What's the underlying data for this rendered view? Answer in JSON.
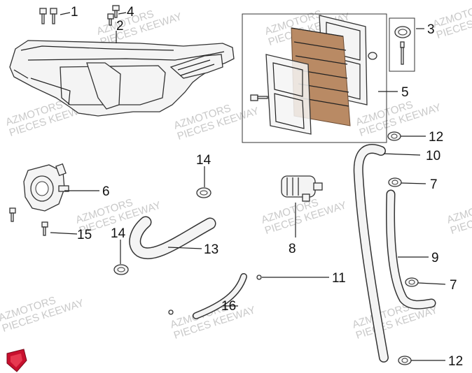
{
  "diagram": {
    "callouts": [
      {
        "id": "c1",
        "label": "1"
      },
      {
        "id": "c2",
        "label": "2"
      },
      {
        "id": "c3",
        "label": "3"
      },
      {
        "id": "c4",
        "label": "4"
      },
      {
        "id": "c5",
        "label": "5"
      },
      {
        "id": "c6",
        "label": "6"
      },
      {
        "id": "c7a",
        "label": "7"
      },
      {
        "id": "c7b",
        "label": "7"
      },
      {
        "id": "c8",
        "label": "8"
      },
      {
        "id": "c9",
        "label": "9"
      },
      {
        "id": "c10",
        "label": "10"
      },
      {
        "id": "c11",
        "label": "11"
      },
      {
        "id": "c12a",
        "label": "12"
      },
      {
        "id": "c12b",
        "label": "12"
      },
      {
        "id": "c13",
        "label": "13"
      },
      {
        "id": "c14a",
        "label": "14"
      },
      {
        "id": "c14b",
        "label": "14"
      },
      {
        "id": "c15",
        "label": "15"
      },
      {
        "id": "c16",
        "label": "16"
      }
    ]
  },
  "watermark": {
    "line1": "AZMOTORS",
    "line2": "PIECES KEEWAY"
  },
  "colors": {
    "filter_element": "#b98a64",
    "logo": "#c8102e",
    "watermark": "#c9c9c9"
  }
}
